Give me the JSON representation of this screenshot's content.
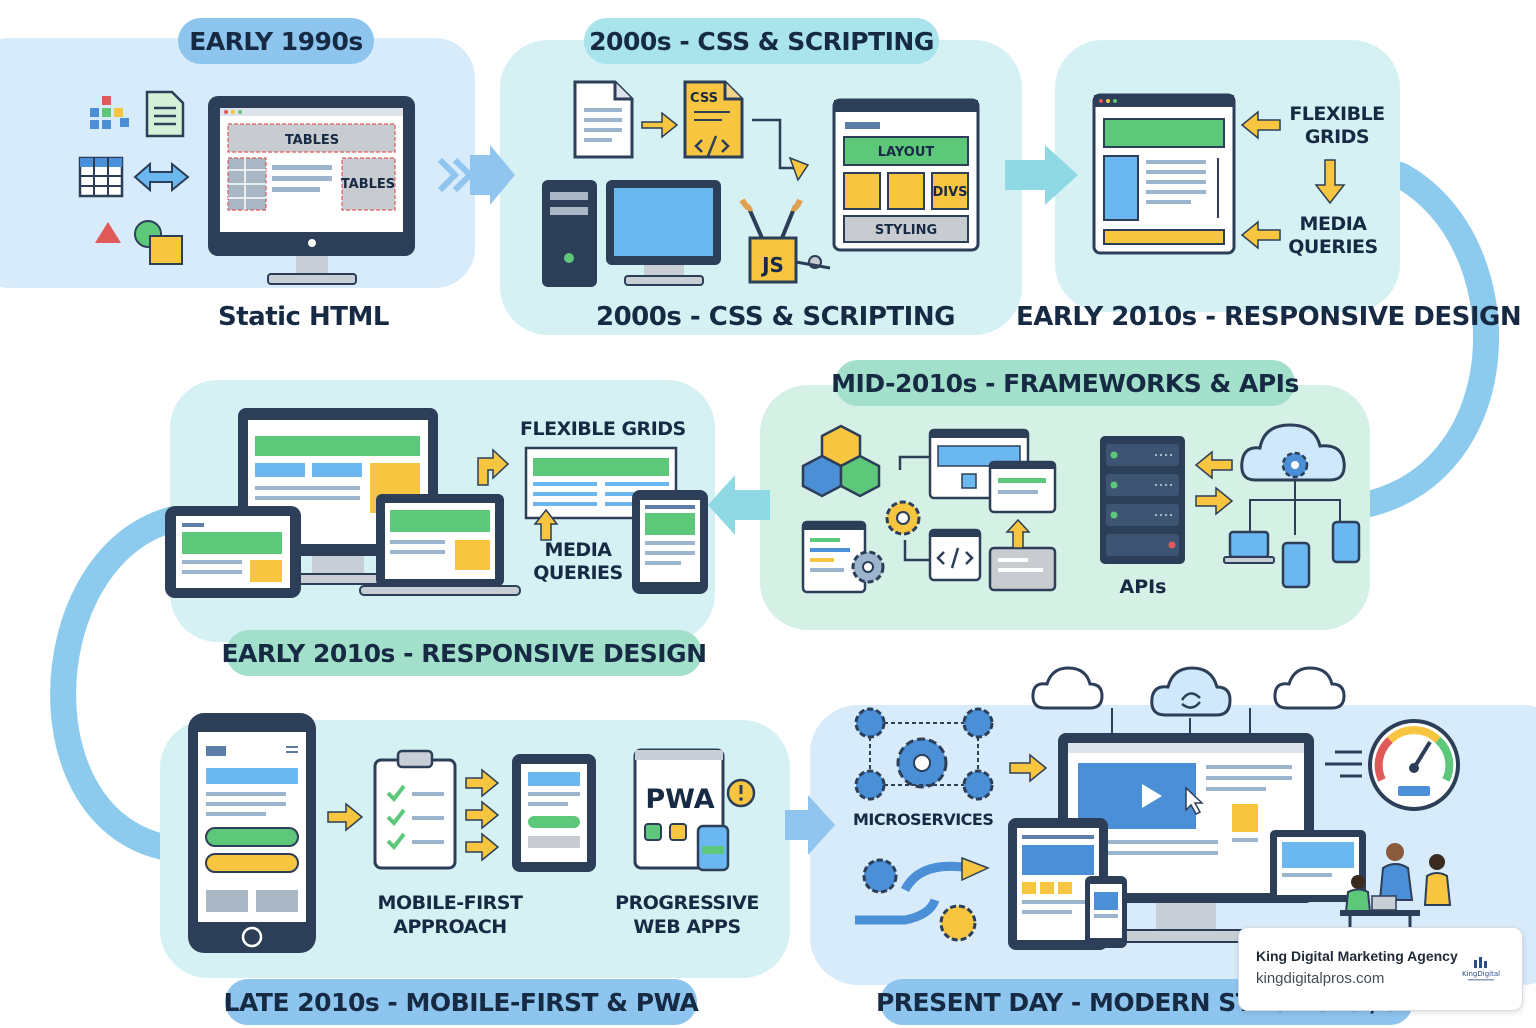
{
  "stages": {
    "s1": {
      "pill": "EARLY 1990s",
      "caption": "Static HTML",
      "screen_top": "TABLES",
      "screen_right": "TABLES"
    },
    "s2": {
      "pill": "2000s - CSS & SCRIPTING",
      "caption": "2000s - CSS & SCRIPTING",
      "css_label": "CSS",
      "js_label": "JS",
      "layout": "LAYOUT",
      "divs": "DIVS",
      "styling": "STYLING"
    },
    "s3": {
      "caption": "EARLY 2010s - RESPONSIVE DESIGN",
      "flex": "FLEXIBLE GRIDS",
      "media": "MEDIA QUERIES"
    },
    "s4": {
      "pill": "MID-2010s - FRAMEWORKS & APIs",
      "apis": "APIs"
    },
    "s5": {
      "pill": "EARLY 2010s - RESPONSIVE DESIGN",
      "flex": "FLEXIBLE GRIDS",
      "media": "MEDIA QUERIES"
    },
    "s6": {
      "pill": "LATE 2010s - MOBILE-FIRST & PWA",
      "mobile": "MOBILE-FIRST APPROACH",
      "pwa_logo": "PWA",
      "pwa": "PROGRESSIVE WEB APPS"
    },
    "s7": {
      "pill": "PRESENT DAY - MODERN STACK & CI/CD",
      "micro": "MICROSERVICES"
    }
  },
  "attribution": {
    "name": "King Digital Marketing Agency",
    "url": "kingdigitalpros.com",
    "logo_text": "KingDigital"
  },
  "colors": {
    "panel_blue": "#d8ebfa",
    "panel_cyan": "#d6f1f4",
    "panel_teal": "#d5f0e4",
    "navy": "#2c3e58",
    "green": "#5ec87a",
    "yellow": "#f7c53f",
    "arrow": "#8fd9e4"
  }
}
